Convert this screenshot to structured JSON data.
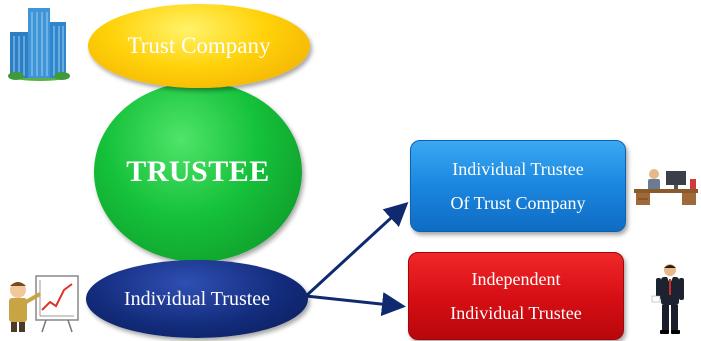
{
  "nodes": {
    "trust_company": "Trust Company",
    "trustee": "TRUSTEE",
    "individual_trustee": "Individual Trustee",
    "individual_trustee_of_trust_company": {
      "line1": "Individual Trustee",
      "line2": "Of Trust Company"
    },
    "independent_individual_trustee": {
      "line1": "Independent",
      "line2": "Individual Trustee"
    }
  },
  "icons": {
    "top_left": "office-buildings-icon",
    "bottom_left": "presenter-chart-icon",
    "right_top": "office-worker-desk-icon",
    "right_bottom": "businessman-standing-icon"
  },
  "colors": {
    "trust_company": "#ffd20a",
    "trustee": "#15c13a",
    "individual_trustee": "#132c7c",
    "box_blue": "#1b86de",
    "box_red": "#d80f14",
    "arrow": "#0f2a6e"
  }
}
